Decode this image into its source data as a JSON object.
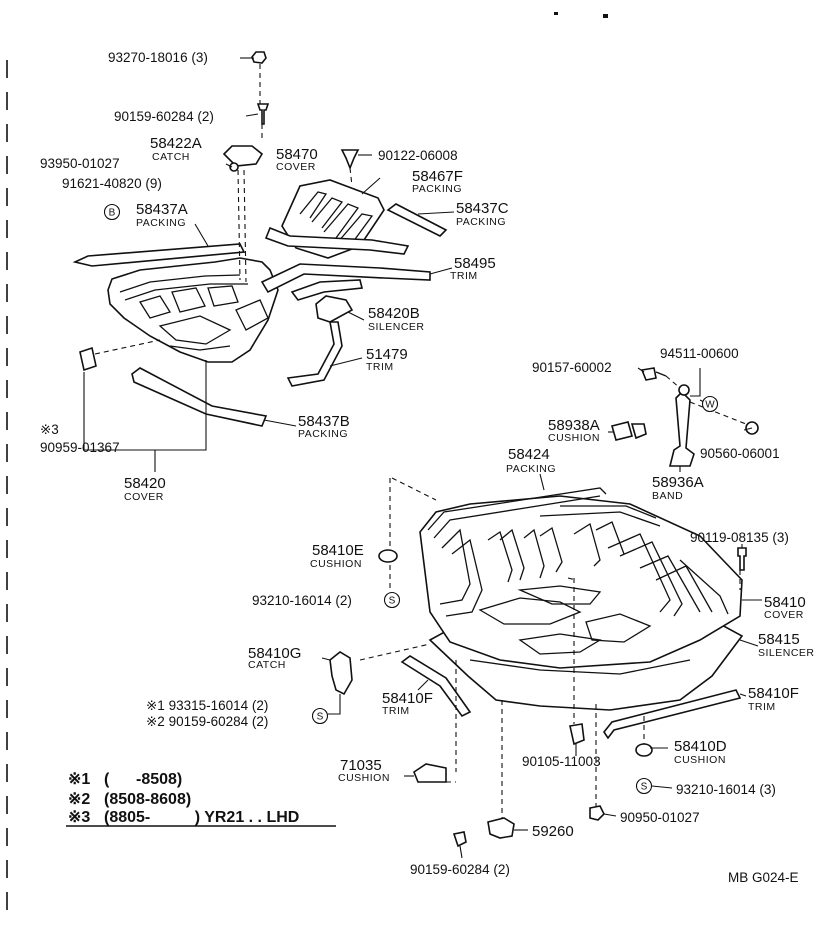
{
  "diagram_code": "MB G024-E",
  "legend": [
    {
      "mark": "※1",
      "text": "(      -8508)"
    },
    {
      "mark": "※2",
      "text": "(8508-8608)"
    },
    {
      "mark": "※3",
      "text": "(8805-          ) YR21 . . LHD"
    }
  ],
  "symbols": {
    "b": "B",
    "s": "S",
    "w": "W"
  },
  "labels": {
    "p93270": "93270-18016 (3)",
    "p90159a": "90159-60284 (2)",
    "p58422a": "58422A",
    "p58422a_sub": "CATCH",
    "p58470": "58470",
    "p58470_sub": "COVER",
    "p90122": "90122-06008",
    "p93950": "93950-01027",
    "p91621": "91621-40820 (9)",
    "p58467f": "58467F",
    "p58467f_sub": "PACKING",
    "p58437a": "58437A",
    "p58437a_sub": "PACKING",
    "p58437c": "58437C",
    "p58437c_sub": "PACKING",
    "p58495": "58495",
    "p58495_sub": "TRIM",
    "p58420b": "58420B",
    "p58420b_sub": "SILENCER",
    "p51479": "51479",
    "p51479_sub": "TRIM",
    "p94511": "94511-00600",
    "p90157": "90157-60002",
    "p58437b": "58437B",
    "p58437b_sub": "PACKING",
    "p3mark": "※3",
    "p90959": "90959-01367",
    "p58938a": "58938A",
    "p58938a_sub": "CUSHION",
    "p90560": "90560-06001",
    "p58424": "58424",
    "p58424_sub": "PACKING",
    "p58936a": "58936A",
    "p58936a_sub": "BAND",
    "p58420": "58420",
    "p58420_sub": "COVER",
    "p90119": "90119-08135 (3)",
    "p58410e": "58410E",
    "p58410e_sub": "CUSHION",
    "p93210a": "93210-16014 (2)",
    "p58410": "58410",
    "p58410_sub": "COVER",
    "p58415": "58415",
    "p58415_sub": "SILENCER",
    "p58410g": "58410G",
    "p58410g_sub": "CATCH",
    "p58410f_l": "58410F",
    "p58410f_l_sub": "TRIM",
    "p58410f_r": "58410F",
    "p58410f_r_sub": "TRIM",
    "p93315": "※1 93315-16014 (2)",
    "p90159b": "※2 90159-60284 (2)",
    "p58410d": "58410D",
    "p58410d_sub": "CUSHION",
    "p90105": "90105-11003",
    "p93210b": "93210-16014 (3)",
    "p71035": "71035",
    "p71035_sub": "CUSHION",
    "p90950": "90950-01027",
    "p59260": "59260",
    "p90159c": "90159-60284 (2)"
  }
}
